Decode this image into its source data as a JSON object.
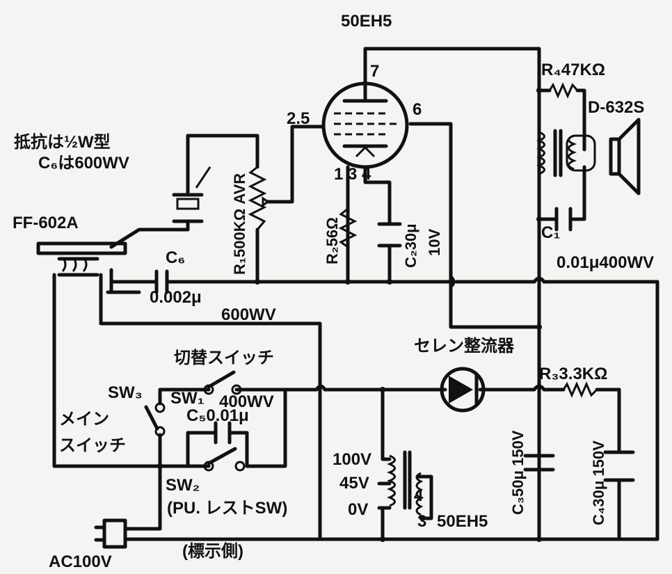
{
  "labels": {
    "tube_top": "50EH5",
    "pin7": "7",
    "pin6": "6",
    "pin25": "2.5",
    "pins134": "1  3  4",
    "r4": "R₄47KΩ",
    "speaker": "D-632S",
    "note1": "抵抗は½W型",
    "note2": "C₆は600WV",
    "pickup": "FF-602A",
    "c6": "C₆",
    "c6_val": "0.002μ",
    "c6_wv": "600WV",
    "r1": "R₁500KΩ AVR",
    "r2": "R₂56Ω",
    "c2": "C₂30μ",
    "c2_v": "10V",
    "c1": "C₁",
    "c1_val": "0.01μ400WV",
    "selenium": "セレン整流器",
    "switch_title": "切替スイッチ",
    "sw3": "SW₃",
    "sw1": "SW₁",
    "sw1_v": "400WV",
    "main_sw1": "メイン",
    "main_sw2": "スイッチ",
    "c5": "C₅0.01μ",
    "r3": "R₃3.3KΩ",
    "sw2": "SW₂",
    "sw2_note": "(PU. レストSW)",
    "t100": "100V",
    "t45": "45V",
    "t0": "0V",
    "h4": "4",
    "h3": "3",
    "heater_tube": "50EH5",
    "c3": "C₃50μ 150V",
    "c4": "C₄30μ 150V",
    "ac": "AC100V",
    "side": "(標示側)"
  }
}
